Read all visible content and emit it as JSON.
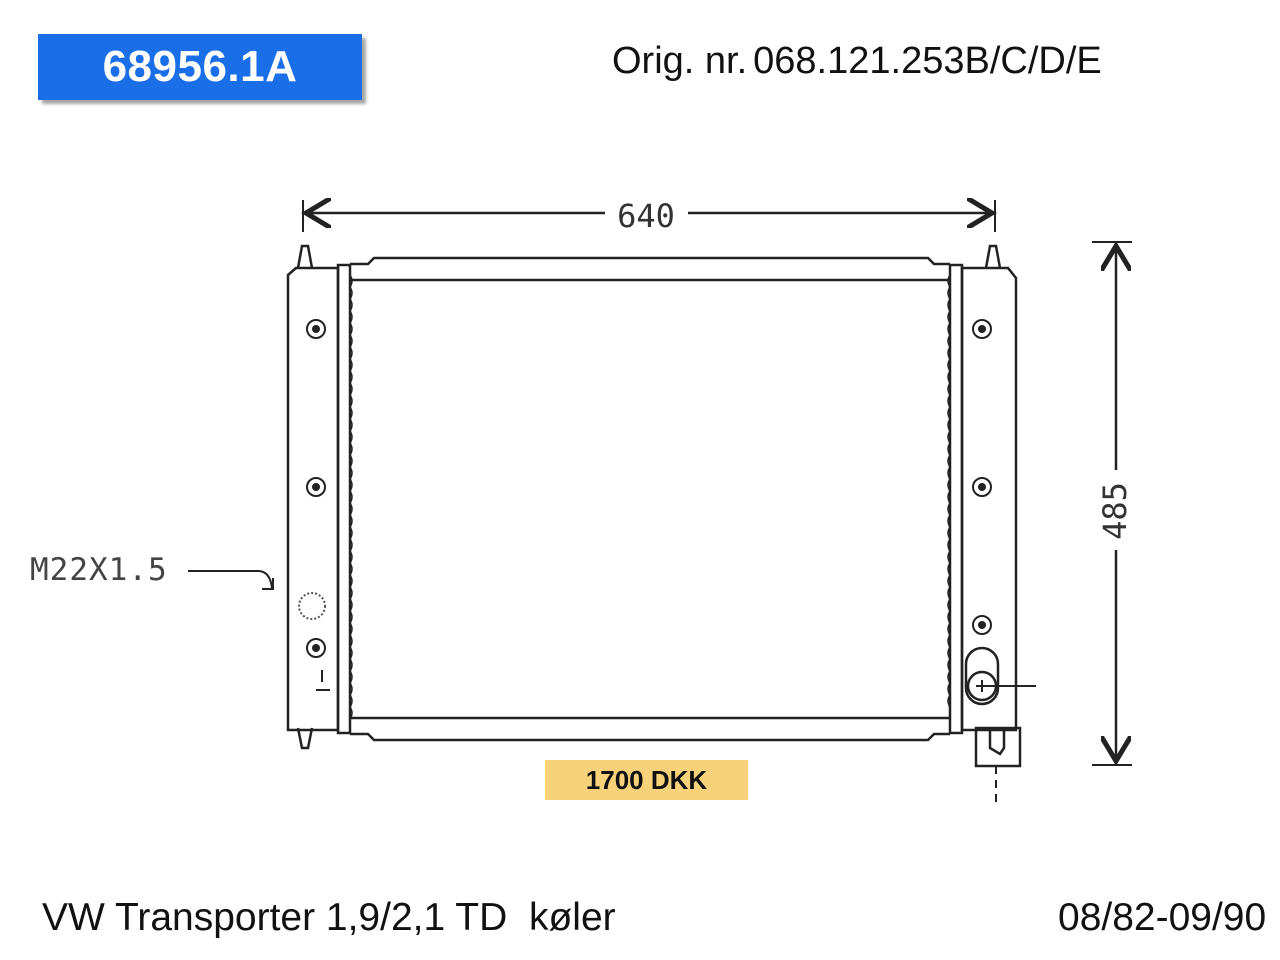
{
  "header": {
    "part_number": "68956.1A",
    "orig_label": "Orig. nr.",
    "orig_number": "068.121.253B/C/D/E"
  },
  "drawing": {
    "width_dimension": "640",
    "height_dimension": "485",
    "thread_spec": "M22X1.5"
  },
  "price": "1700 DKK",
  "footer": {
    "description": "VW Transporter 1,9/2,1 TD  køler",
    "years": "08/82-09/90"
  },
  "colors": {
    "badge": "#1a6fe8",
    "price_highlight": "#f8d27a"
  }
}
